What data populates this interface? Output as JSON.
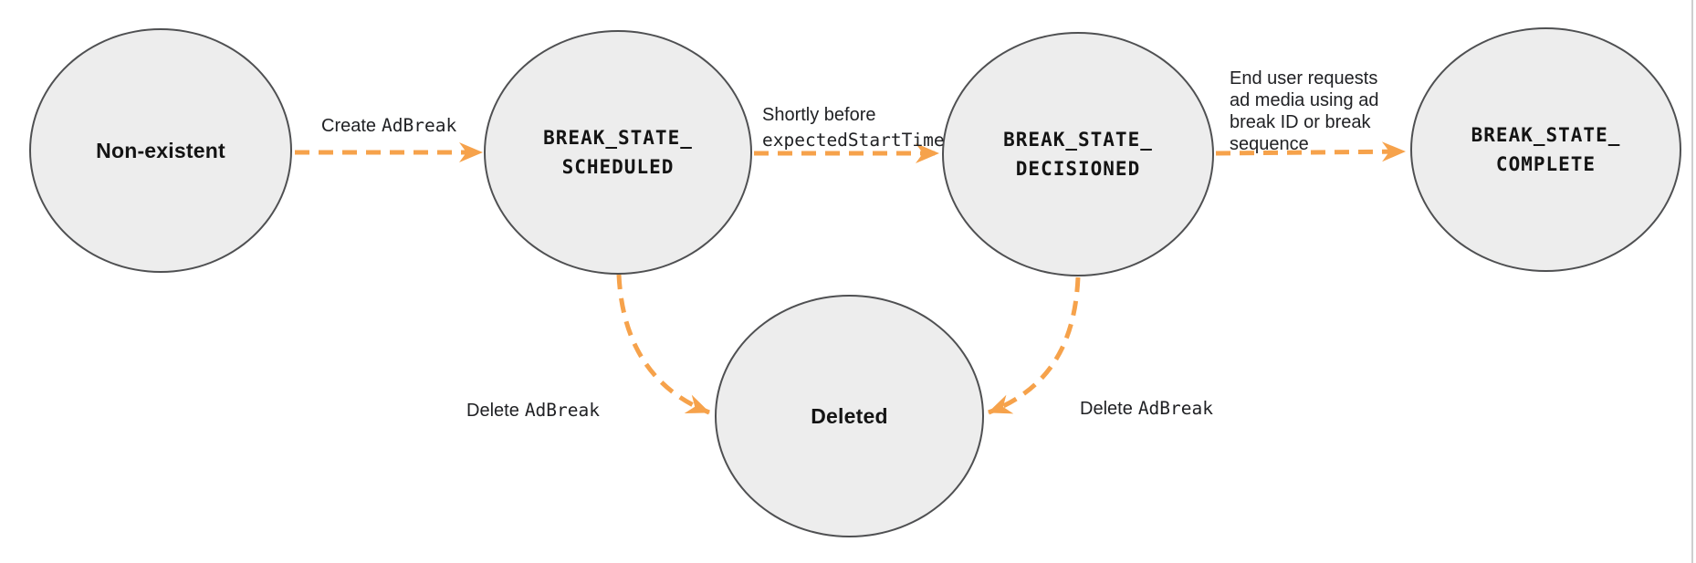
{
  "colors": {
    "accent": "#F6A24B",
    "node_fill": "#EDEDED",
    "node_border": "#4F5052",
    "node_text": "#141414",
    "label_text": "#202124",
    "divider": "#CFCFCF"
  },
  "nodes": [
    {
      "id": "non-existent",
      "label": "Non-existent"
    },
    {
      "id": "break-state-scheduled",
      "label": "BREAK_STATE_\nSCHEDULED"
    },
    {
      "id": "break-state-decisioned",
      "label": "BREAK_STATE_\nDECISIONED"
    },
    {
      "id": "break-state-complete",
      "label": "BREAK_STATE_\nCOMPLETE"
    },
    {
      "id": "deleted",
      "label": "Deleted"
    }
  ],
  "edges": [
    {
      "from": "Non-existent",
      "to": "BREAK_STATE_SCHEDULED",
      "label_sans": "Create",
      "label_mono": "AdBreak"
    },
    {
      "from": "BREAK_STATE_SCHEDULED",
      "to": "BREAK_STATE_DECISIONED",
      "label_sans": "Shortly before",
      "label_mono": "expectedStartTime"
    },
    {
      "from": "BREAK_STATE_DECISIONED",
      "to": "BREAK_STATE_COMPLETE",
      "label_sans": "End user requests\nad media using ad\nbreak ID or break\nsequence",
      "label_mono": ""
    },
    {
      "from": "BREAK_STATE_SCHEDULED",
      "to": "Deleted",
      "label_sans": "Delete",
      "label_mono": "AdBreak"
    },
    {
      "from": "BREAK_STATE_DECISIONED",
      "to": "Deleted",
      "label_sans": "Delete",
      "label_mono": "AdBreak"
    }
  ]
}
